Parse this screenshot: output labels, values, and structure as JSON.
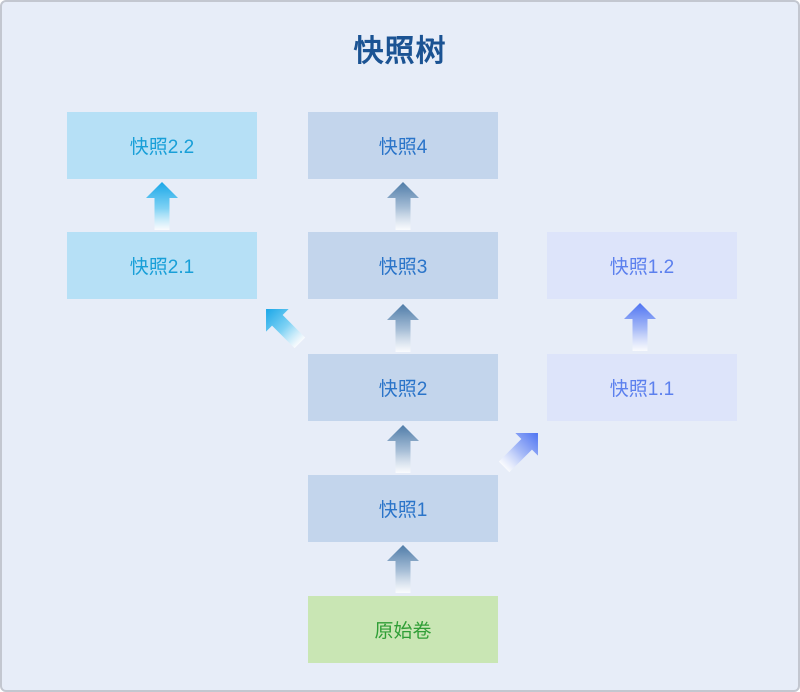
{
  "title": "快照树",
  "nodes": {
    "origin": {
      "label": "原始卷"
    },
    "snap1": {
      "label": "快照1"
    },
    "snap2": {
      "label": "快照2"
    },
    "snap3": {
      "label": "快照3"
    },
    "snap4": {
      "label": "快照4"
    },
    "snap1_1": {
      "label": "快照1.1"
    },
    "snap1_2": {
      "label": "快照1.2"
    },
    "snap2_1": {
      "label": "快照2.1"
    },
    "snap2_2": {
      "label": "快照2.2"
    }
  },
  "edges": [
    {
      "from": "原始卷",
      "to": "快照1",
      "direction": "up"
    },
    {
      "from": "快照1",
      "to": "快照2",
      "direction": "up"
    },
    {
      "from": "快照2",
      "to": "快照3",
      "direction": "up"
    },
    {
      "from": "快照3",
      "to": "快照4",
      "direction": "up"
    },
    {
      "from": "快照2.1",
      "to": "快照2.2",
      "direction": "up"
    },
    {
      "from": "快照1.1",
      "to": "快照1.2",
      "direction": "up"
    },
    {
      "from": "快照2",
      "to": "快照2.1",
      "direction": "up-left"
    },
    {
      "from": "快照1",
      "to": "快照1.1",
      "direction": "up-right"
    }
  ],
  "colors": {
    "page_background": "#e7edf8",
    "page_border": "#c3c7d0",
    "title_text": "#1b5393",
    "branch2_box_bg": "#b6e0f6",
    "branch2_text": "#189fd8",
    "trunk_box_bg": "#c3d5ec",
    "trunk_text": "#2a74c9",
    "branch1_box_bg": "#dde4fa",
    "branch1_text": "#5c80ee",
    "origin_box_bg": "#c9e6b4",
    "origin_text": "#2f9e36",
    "arrow_cyan": "#1aa7e8",
    "arrow_steel": "#4f7ca8",
    "arrow_periwinkle": "#4f74f2"
  }
}
